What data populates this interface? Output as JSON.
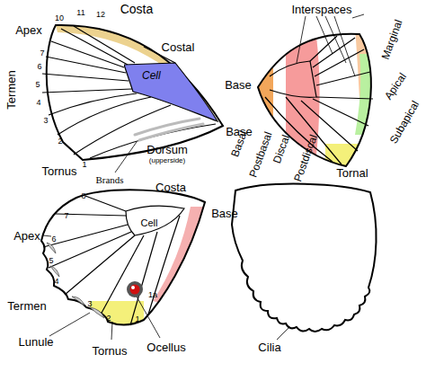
{
  "diagram": {
    "nodes": [
      {
        "text": [
          "Cell"
        ]
      }
    ],
    "labels": [
      "Apex",
      "10",
      "11",
      "12",
      "Costa",
      "Costal",
      "7",
      "6",
      "5",
      "4",
      "3",
      "2",
      "1",
      "Termen",
      "Tornus",
      "Dorsum",
      "(upperside)",
      "Brands",
      "Base",
      "Interspaces",
      "Marginal",
      "Base",
      "Apical",
      "Subapical",
      "Basal",
      "Postbasal",
      "Discal",
      "Postdiscal",
      "Tornal",
      "Costa",
      "8",
      "Base",
      "Cell",
      "7",
      "Apex",
      "6",
      "5",
      "4",
      "Termen",
      "3",
      "Lunule",
      "2",
      "1",
      "Tornus",
      "Ocellus",
      "1a",
      "Cilia"
    ]
  }
}
